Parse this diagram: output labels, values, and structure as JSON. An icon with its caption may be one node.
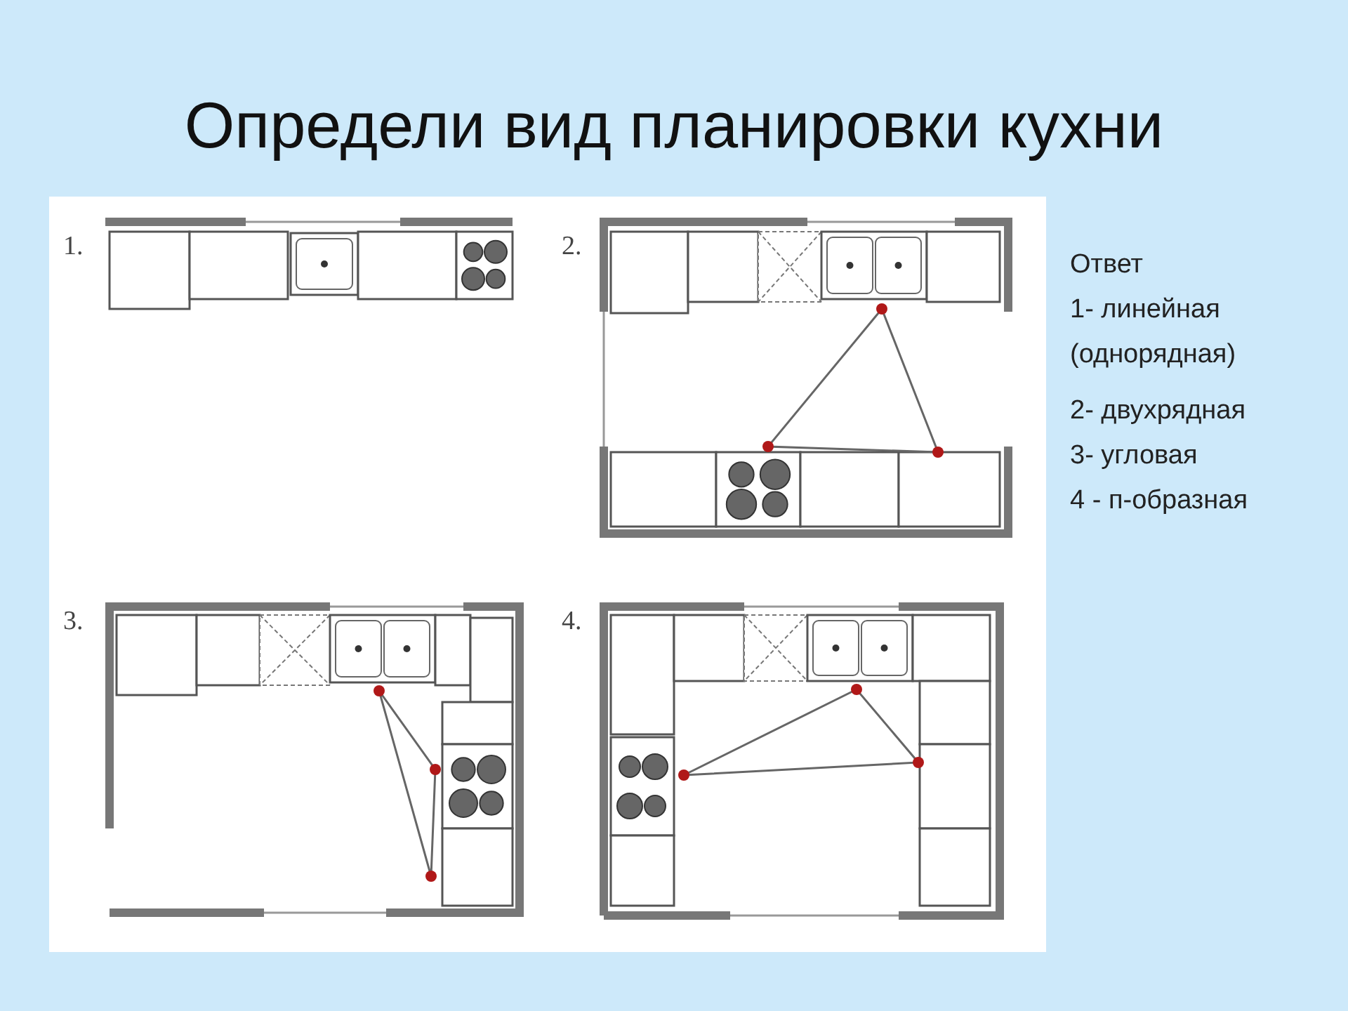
{
  "diagram": {
    "title": "Определи вид планировки кухни",
    "labels": [
      "1.",
      "2.",
      "Ответ",
      "1- линейная",
      "(однорядная)",
      "2- двухрядная",
      "3- угловая",
      "4 - п-образная",
      "3.",
      "4."
    ]
  }
}
